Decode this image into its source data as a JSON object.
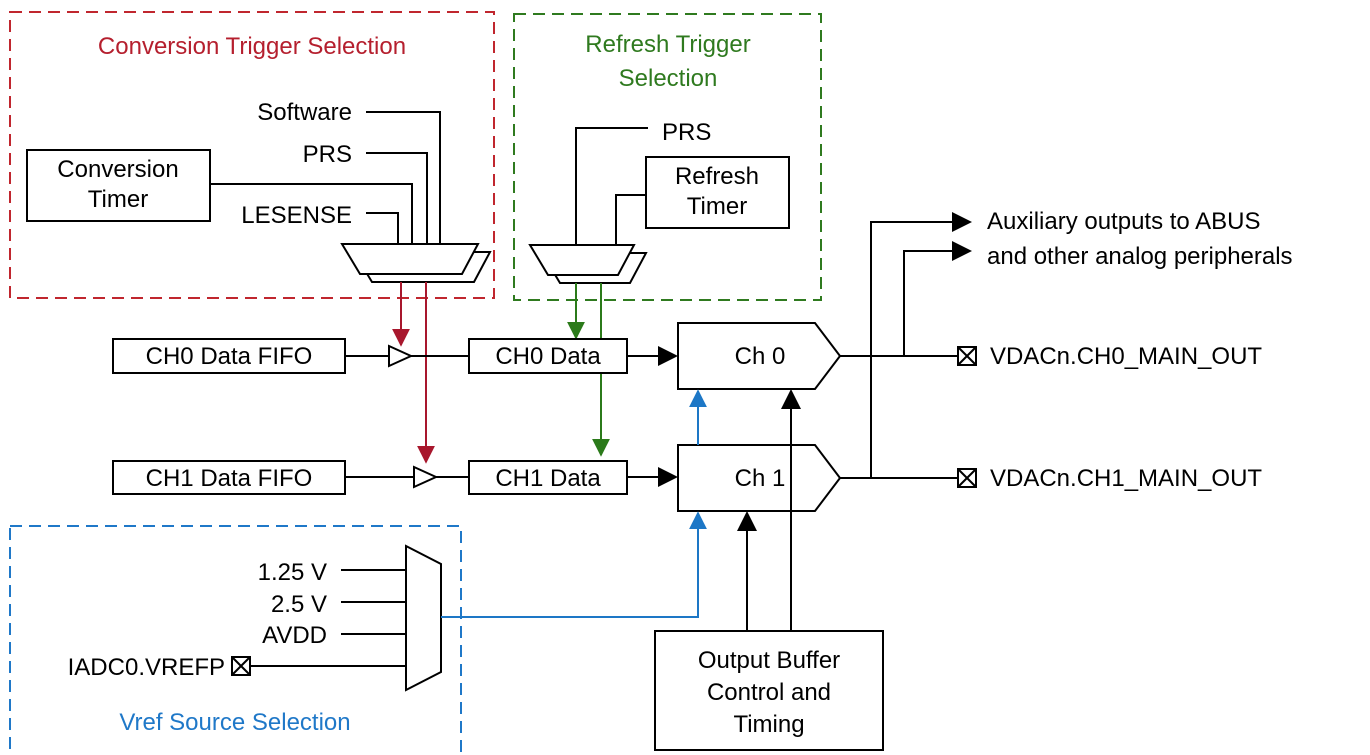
{
  "sections": {
    "conversion_trigger": "Conversion Trigger Selection",
    "refresh_trigger_line1": "Refresh Trigger",
    "refresh_trigger_line2": "Selection",
    "vref_source": "Vref Source Selection"
  },
  "conversion_inputs": {
    "software": "Software",
    "prs": "PRS",
    "lesense": "LESENSE"
  },
  "conversion_timer": {
    "line1": "Conversion",
    "line2": "Timer"
  },
  "refresh_inputs": {
    "prs": "PRS"
  },
  "refresh_timer": {
    "line1": "Refresh",
    "line2": "Timer"
  },
  "fifos": {
    "ch0": "CH0 Data FIFO",
    "ch1": "CH1 Data FIFO"
  },
  "data_regs": {
    "ch0": "CH0 Data",
    "ch1": "CH1 Data"
  },
  "channels": {
    "ch0": "Ch 0",
    "ch1": "Ch 1"
  },
  "outputs": {
    "aux_line1": "Auxiliary outputs to ABUS",
    "aux_line2": "and other analog peripherals",
    "ch0_main": "VDACn.CH0_MAIN_OUT",
    "ch1_main": "VDACn.CH1_MAIN_OUT"
  },
  "vref_inputs": {
    "v125": "1.25 V",
    "v25": "2.5 V",
    "avdd": "AVDD",
    "iadc": "IADC0.VREFP"
  },
  "output_buffer": {
    "line1": "Output Buffer",
    "line2": "Control and",
    "line3": "Timing"
  },
  "colors": {
    "conversion": "#c0262e",
    "refresh": "#2f7a1f",
    "vref": "#1f78c8"
  }
}
